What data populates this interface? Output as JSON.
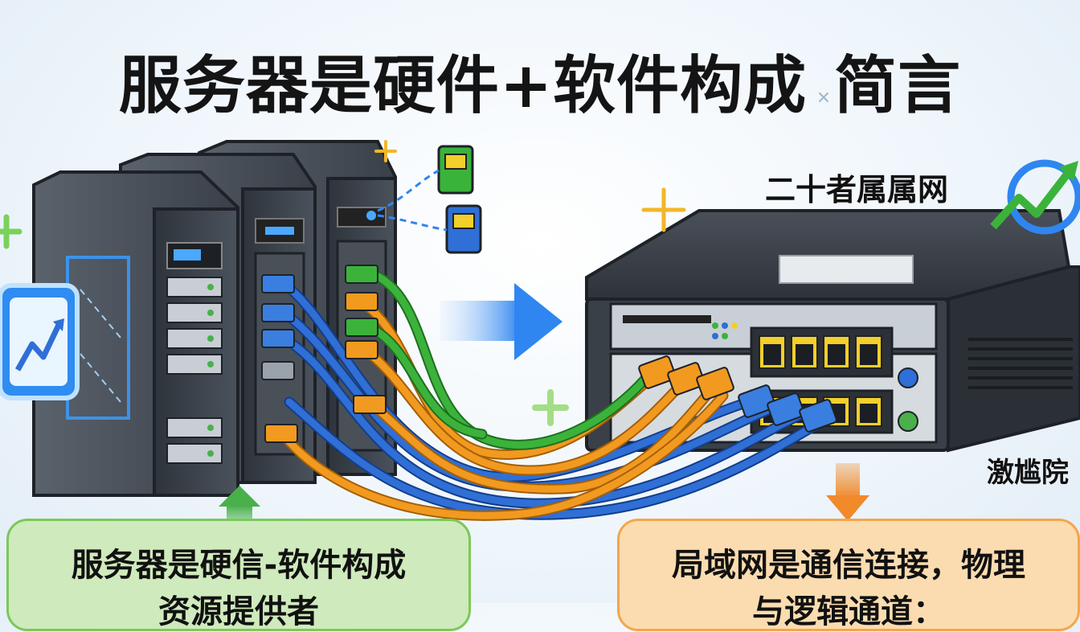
{
  "title": {
    "main": "服务器是硬件+软件构成",
    "suffix": "简言"
  },
  "labels": {
    "right_top": "二十者属属网",
    "right_edge": "激尴院"
  },
  "callouts": {
    "left": {
      "line1": "服务器是硬信-软件构成",
      "line2": "资源提供者"
    },
    "right": {
      "line1": "局域网是通信连接，物理",
      "line2": "与逻辑通道："
    }
  },
  "colors": {
    "cable_blue": "#2f6fd6",
    "cable_orange": "#f29a1f",
    "cable_green": "#3bb33b",
    "arrow_blue": "#2f86f0",
    "arrow_green": "#49b04b",
    "arrow_orange": "#f08a2a",
    "server_body": "#3b4149",
    "switch_body": "#353a42",
    "port_yellow": "#f2cf2b"
  },
  "icons": [
    "trend-chart-icon",
    "growth-arrow-icon",
    "plus-icon",
    "rj45-connector-icon"
  ]
}
